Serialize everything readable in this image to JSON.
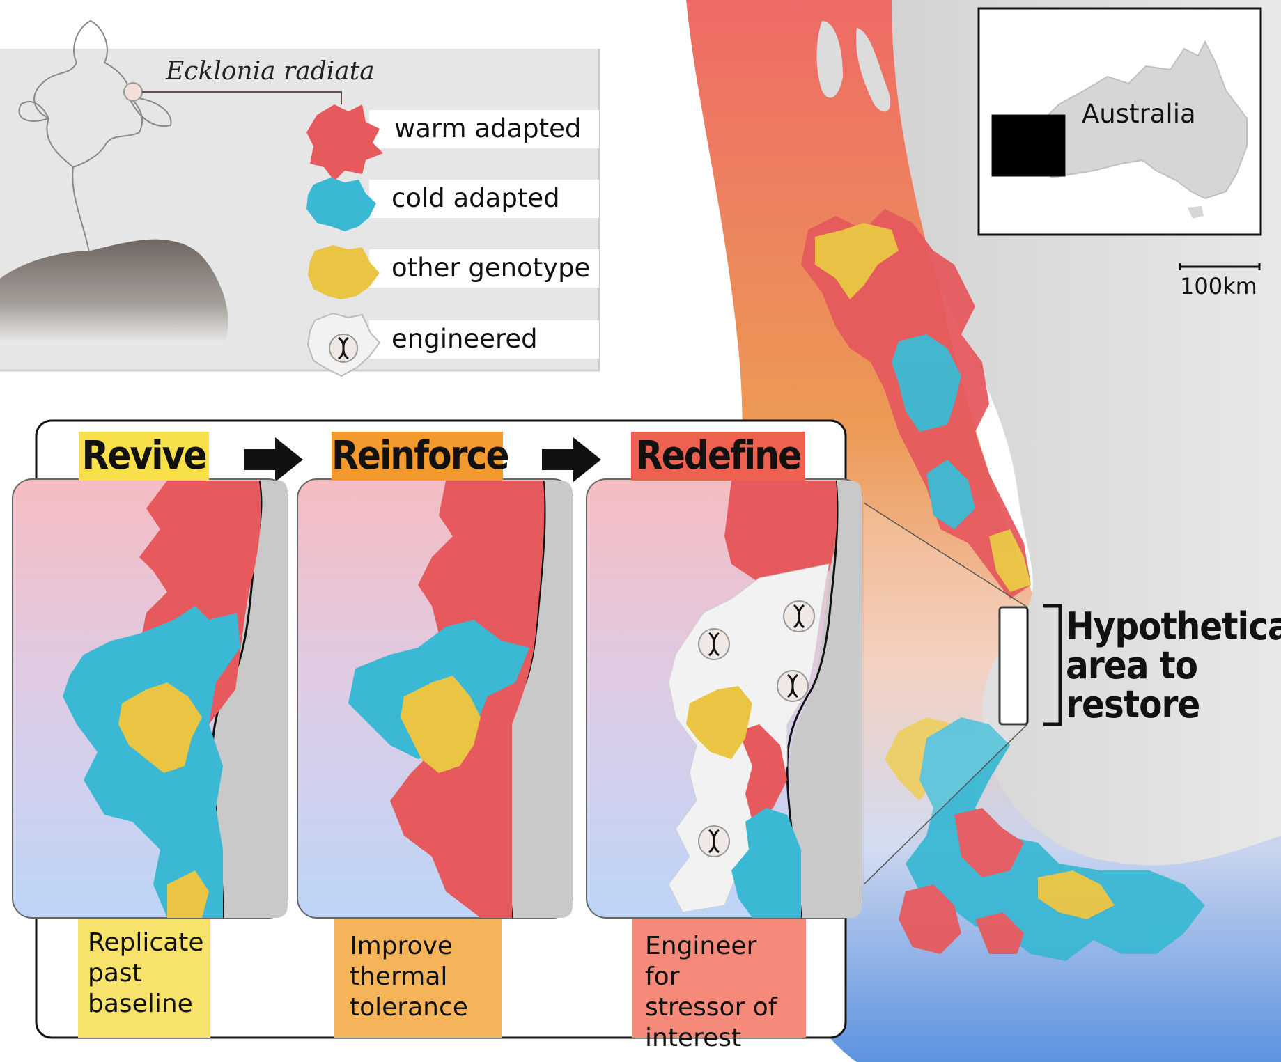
{
  "species": {
    "name": "Ecklonia radiata"
  },
  "legend": {
    "items": [
      {
        "label": "warm adapted",
        "color": "#e65a5e"
      },
      {
        "label": "cold adapted",
        "color": "#3bb8d4"
      },
      {
        "label": "other genotype",
        "color": "#e9c543"
      },
      {
        "label": "engineered",
        "color": "#f2f2f2"
      }
    ]
  },
  "inset_map": {
    "label": "Australia"
  },
  "scale_bar": {
    "label": "100km"
  },
  "restore_area": {
    "label_lines": [
      "Hypothetical",
      "area to",
      "restore"
    ]
  },
  "stages": [
    {
      "title": "Revive",
      "title_color": "#f7e04a",
      "desc_lines": [
        "Replicate",
        "past",
        "baseline"
      ],
      "desc_color": "#f7e36b"
    },
    {
      "title": "Reinforce",
      "title_color": "#f39a2e",
      "desc_lines": [
        "Improve",
        "thermal",
        "tolerance"
      ],
      "desc_color": "#f5b45a"
    },
    {
      "title": "Redefine",
      "title_color": "#ee6150",
      "desc_lines": [
        "Engineer for",
        "stressor of",
        "interest"
      ],
      "desc_color": "#f58a7a"
    }
  ],
  "colors": {
    "warm": "#e65a5e",
    "cold": "#3bb8d4",
    "other": "#e9c543",
    "engineered": "#f2f2f2",
    "land": "#dcdcdc"
  }
}
